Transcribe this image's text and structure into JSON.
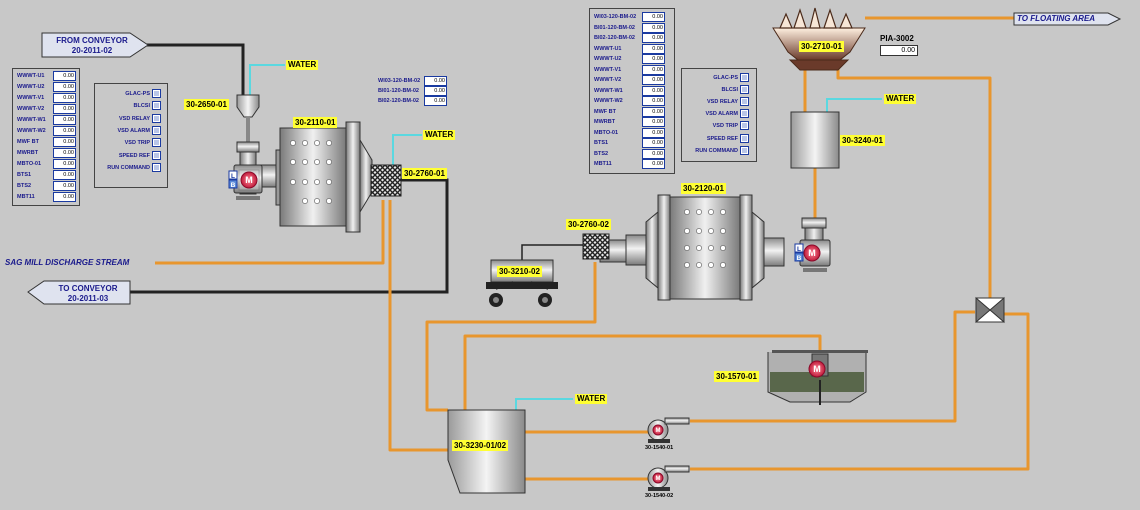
{
  "conveyors": {
    "from_line1": "FROM CONVEYOR",
    "from_line2": "20-2011-02",
    "to_line1": "TO CONVEYOR",
    "to_line2": "20-2011-03",
    "floating": "TO FLOATING AREA",
    "sag_discharge": "SAG MILL DISCHARGE STREAM"
  },
  "water_label": "WATER",
  "tags": {
    "feeder": "30-2650-01",
    "sag_mill": "30-2110-01",
    "screen1": "30-2760-01",
    "screen2": "30-2760-02",
    "cart": "30-3210-02",
    "ball_mill": "30-2120-01",
    "cyclone": "30-2710-01",
    "tank": "30-3240-01",
    "sump": "30-3230-01/02",
    "thickener": "30-1570-01",
    "pump1": "30-1540-01",
    "pump2": "30-1540-02",
    "pia": "PIA-3002"
  },
  "pia_value": "0.00",
  "motor_letter": "M",
  "motor_lb": [
    "L",
    "B"
  ],
  "panel_left": {
    "rows": [
      {
        "label": "WWWT-U1",
        "value": "0.00"
      },
      {
        "label": "WWWT-U2",
        "value": "0.00"
      },
      {
        "label": "WWWT-V1",
        "value": "0.00"
      },
      {
        "label": "WWWT-V2",
        "value": "0.00"
      },
      {
        "label": "WWWT-W1",
        "value": "0.00"
      },
      {
        "label": "WWWT-W2",
        "value": "0.00"
      },
      {
        "label": "MWF BT",
        "value": "0.00"
      },
      {
        "label": "MWRBT",
        "value": "0.00"
      },
      {
        "label": "MBTO-01",
        "value": "0.00"
      },
      {
        "label": "BTS1",
        "value": "0.00"
      },
      {
        "label": "BTS2",
        "value": "0.00"
      },
      {
        "label": "MBT11",
        "value": "0.00"
      }
    ]
  },
  "status_left": {
    "rows": [
      "GLAC-PS",
      "BLCSI",
      "VSD RELAY",
      "VSD ALARM",
      "VSD TRIP",
      "SPEED REF",
      "RUN COMMAND"
    ]
  },
  "panel_mid_small": {
    "rows": [
      {
        "label": "WI03-120-BM-02",
        "value": "0.00"
      },
      {
        "label": "BI01-120-BM-02",
        "value": "0.00"
      },
      {
        "label": "BI02-120-BM-02",
        "value": "0.00"
      }
    ]
  },
  "panel_right": {
    "rows": [
      {
        "label": "WI03-120-BM-02",
        "value": "0.00"
      },
      {
        "label": "BI01-120-BM-02",
        "value": "0.00"
      },
      {
        "label": "BI02-120-BM-02",
        "value": "0.00"
      },
      {
        "label": "WWWT-U1",
        "value": "0.00"
      },
      {
        "label": "WWWT-U2",
        "value": "0.00"
      },
      {
        "label": "WWWT-V1",
        "value": "0.00"
      },
      {
        "label": "WWWT-V2",
        "value": "0.00"
      },
      {
        "label": "WWWT-W1",
        "value": "0.00"
      },
      {
        "label": "WWWT-W2",
        "value": "0.00"
      },
      {
        "label": "MWF BT",
        "value": "0.00"
      },
      {
        "label": "MWRBT",
        "value": "0.00"
      },
      {
        "label": "MBTO-01",
        "value": "0.00"
      },
      {
        "label": "BTS1",
        "value": "0.00"
      },
      {
        "label": "BTS2",
        "value": "0.00"
      },
      {
        "label": "MBT11",
        "value": "0.00"
      }
    ]
  },
  "status_right": {
    "rows": [
      "GLAC-PS",
      "BLCSI",
      "VSD RELAY",
      "VSD ALARM",
      "VSD TRIP",
      "SPEED REF",
      "RUN COMMAND"
    ]
  },
  "colors": {
    "background": "#c8c8c8",
    "slurry_pipe": "#e8962e",
    "water_pipe": "#5ad8e0",
    "conveyor_line": "#222222",
    "tag_bg": "#ffff33",
    "motor": "#e0405a",
    "text_blue": "#1a1a8c"
  }
}
